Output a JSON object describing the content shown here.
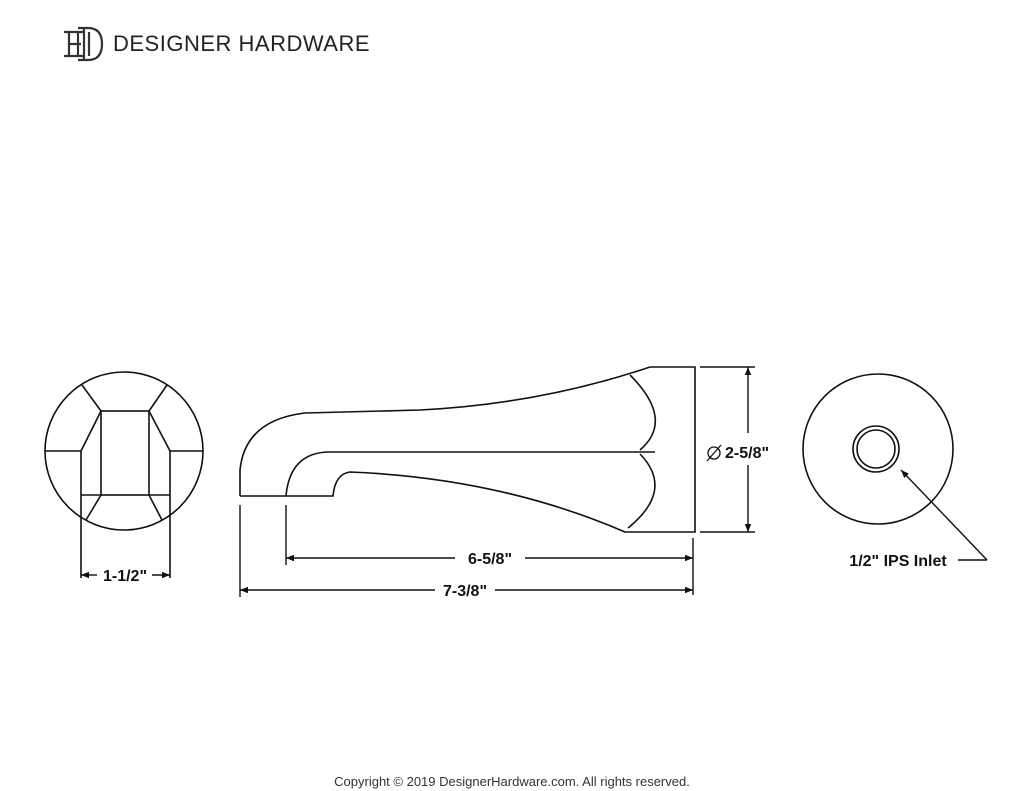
{
  "brand": {
    "name": "DESIGNER HARDWARE",
    "logo_icon": "hd-monogram-logo"
  },
  "dimensions": {
    "end_view_width": "1-1/2\"",
    "diameter": "2-5/8\"",
    "spout_length": "6-5/8\"",
    "overall_length": "7-3/8\"",
    "inlet_label": "1/2\" IPS Inlet"
  },
  "footer": {
    "copyright": "Copyright © 2019 DesignerHardware.com. All rights reserved."
  }
}
